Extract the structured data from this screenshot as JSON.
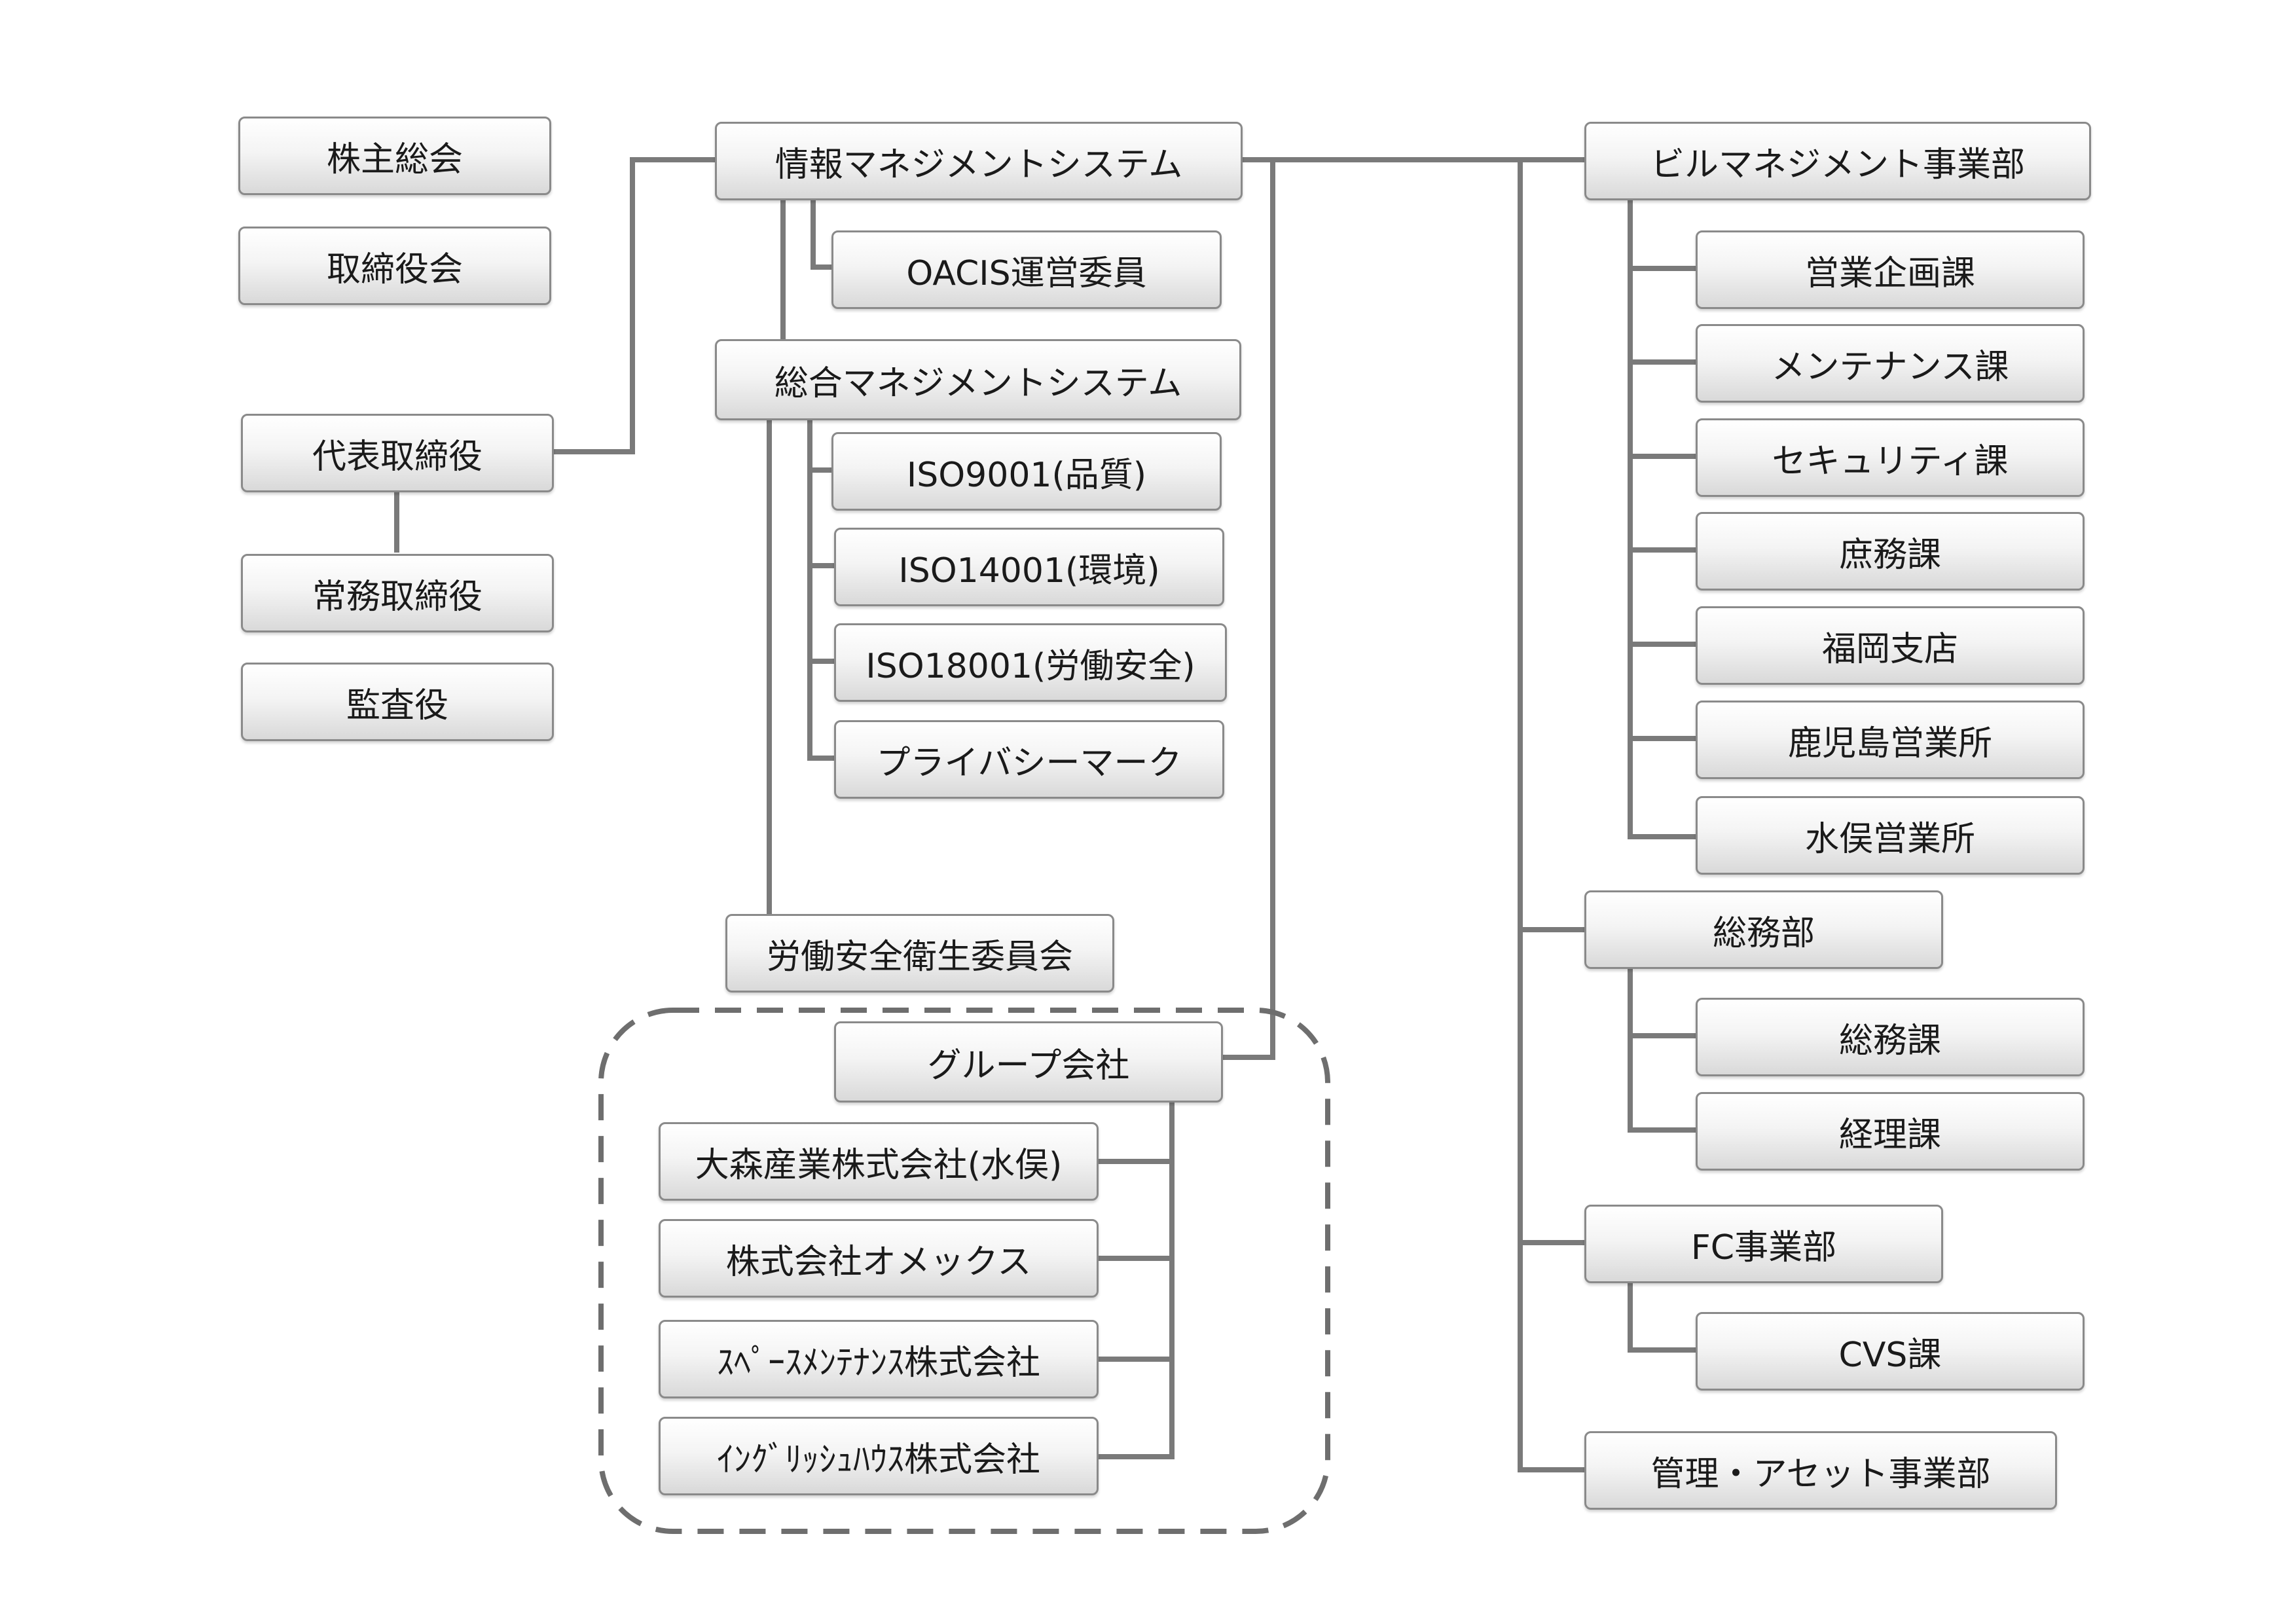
{
  "colors": {
    "line": "#7a7a7a",
    "dash": "#6e6e6e",
    "box_border": "#8a8a8a"
  },
  "left": {
    "shareholders": "株主総会",
    "board": "取締役会",
    "president": "代表取締役",
    "managing_director": "常務取締役",
    "auditor": "監査役"
  },
  "center": {
    "ims": "情報マネジメントシステム",
    "oacis": "OACIS運営委員",
    "gms": "総合マネジメントシステム",
    "iso9001": "ISO9001(品質)",
    "iso14001": "ISO14001(環境)",
    "iso18001": "ISO18001(労働安全)",
    "privacy": "プライバシーマーク",
    "safety": "労働安全衛生委員会"
  },
  "group": {
    "title": "グループ会社",
    "companies": [
      "大森産業株式会社(水俣)",
      "株式会社オメックス",
      "ｽﾍﾟｰｽﾒﾝﾃﾅﾝｽ株式会社",
      "ｲﾝｸﾞﾘｯｼｭﾊｳｽ株式会社"
    ]
  },
  "right": {
    "building": "ビルマネジメント事業部",
    "building_units": [
      "営業企画課",
      "メンテナンス課",
      "セキュリティ課",
      "庶務課",
      "福岡支店",
      "鹿児島営業所",
      "水俣営業所"
    ],
    "general": "総務部",
    "general_units": [
      "総務課",
      "経理課"
    ],
    "fc": "FC事業部",
    "fc_units": [
      "CVS課"
    ],
    "asset": "管理・アセット事業部"
  }
}
